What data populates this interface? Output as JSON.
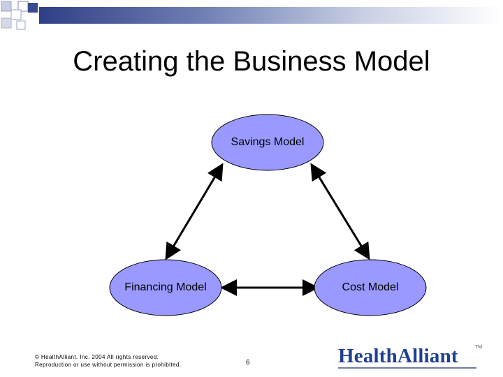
{
  "slide": {
    "title": "Creating the Business Model",
    "page_number": "6"
  },
  "diagram": {
    "nodes": [
      {
        "id": "savings",
        "label": "Savings Model"
      },
      {
        "id": "financing",
        "label": "Financing Model"
      },
      {
        "id": "cost",
        "label": "Cost Model"
      }
    ],
    "edges": [
      {
        "from": "savings",
        "to": "financing",
        "direction": "both"
      },
      {
        "from": "savings",
        "to": "cost",
        "direction": "both"
      },
      {
        "from": "financing",
        "to": "cost",
        "direction": "both"
      }
    ],
    "node_fill": "#9999ff",
    "edge_color": "#000000"
  },
  "footer": {
    "copyright_line1": "© HealthAlliant. Inc. 2004   All rights reserved.",
    "copyright_line2": "Reproduction or use without permission is prohibited."
  },
  "logo": {
    "text": "HealthAlliant",
    "tm": "TM",
    "color": "#1f3f92"
  },
  "header": {
    "band_color": "#2f3f86"
  }
}
